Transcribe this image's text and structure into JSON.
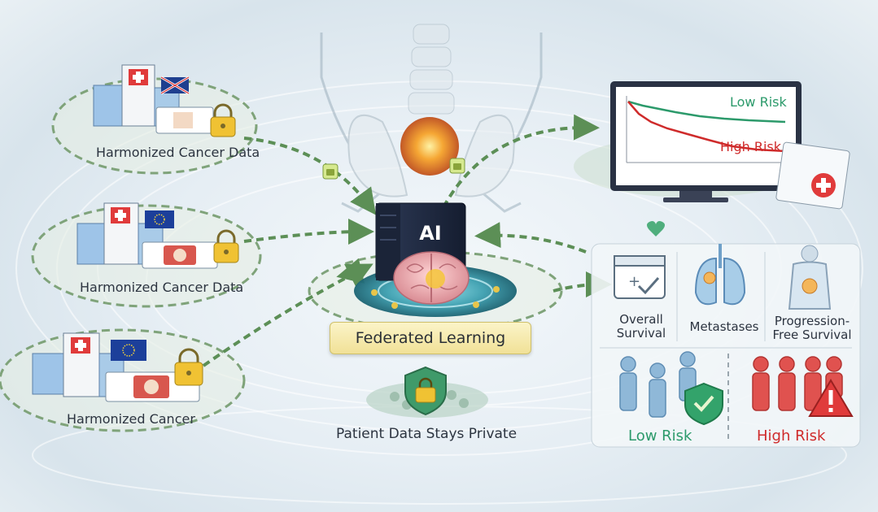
{
  "sites": [
    {
      "label": "Harmonized Cancer Data"
    },
    {
      "label": "Harmonized Cancer Data"
    },
    {
      "label": "Harmonized Cancer"
    }
  ],
  "center": {
    "ai_label": "AI",
    "federated_label": "Federated Learning"
  },
  "privacy": {
    "label": "Patient Data Stays Private"
  },
  "monitor": {
    "low_label": "Low Risk",
    "high_label": "High Risk"
  },
  "outcomes": {
    "overall": [
      "Overall",
      "Survival"
    ],
    "metastases": "Metastases",
    "progression": [
      "Progression-",
      "Free Survival"
    ]
  },
  "risk": {
    "low_label": "Low Risk",
    "high_label": "High Risk"
  },
  "colors": {
    "arrow": "#5c8f56",
    "low": "#2c9a6b",
    "high": "#cf2b2b",
    "lock": "#f0c233",
    "pill": "#f4e7a8"
  }
}
